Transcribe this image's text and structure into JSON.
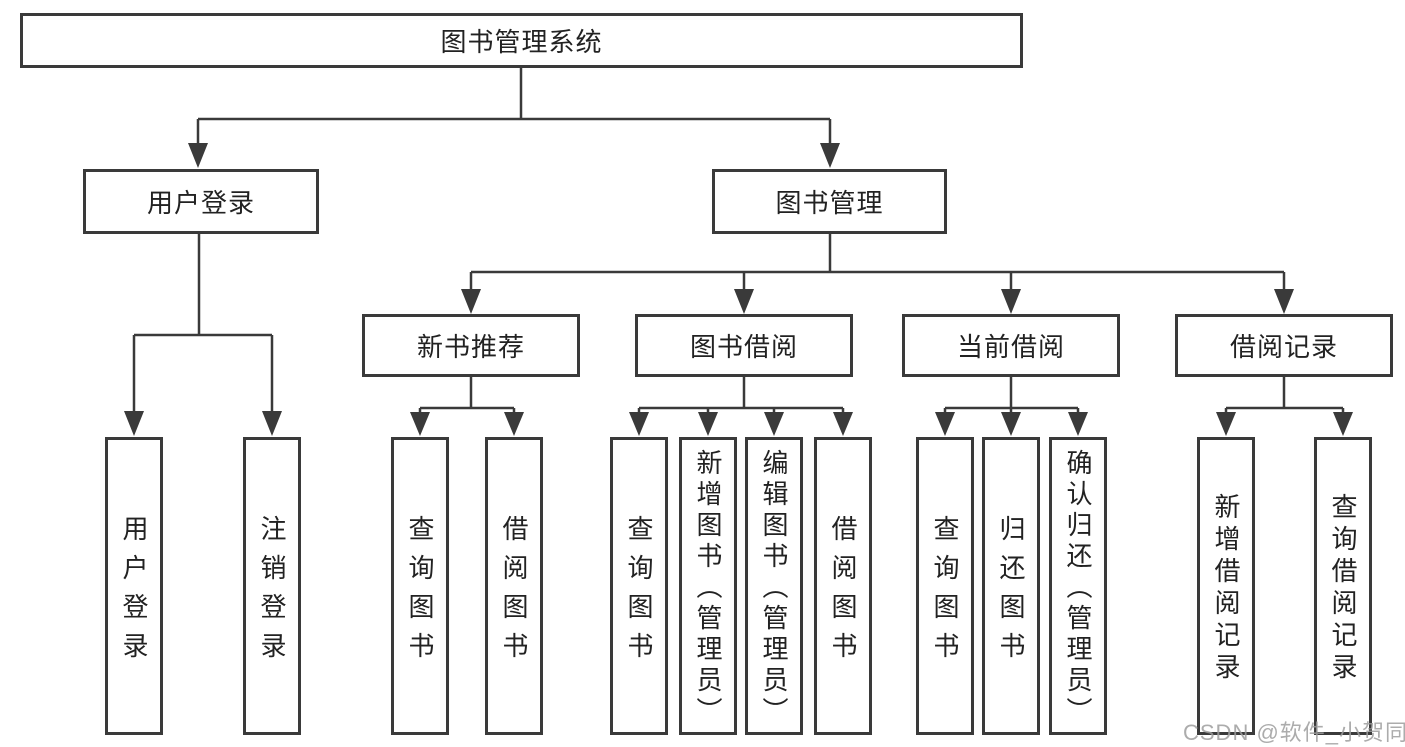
{
  "diagram": {
    "title": "图书管理系统",
    "groups": [
      {
        "label": "用户登录",
        "children": [
          {
            "label": "用户登录"
          },
          {
            "label": "注销登录"
          }
        ]
      },
      {
        "label": "图书管理",
        "sections": [
          {
            "label": "新书推荐",
            "children": [
              {
                "label": "查询图书"
              },
              {
                "label": "借阅图书"
              }
            ]
          },
          {
            "label": "图书借阅",
            "children": [
              {
                "label": "查询图书"
              },
              {
                "label": "新增图书（管理员）"
              },
              {
                "label": "编辑图书（管理员）"
              },
              {
                "label": "借阅图书"
              }
            ]
          },
          {
            "label": "当前借阅",
            "children": [
              {
                "label": "查询图书"
              },
              {
                "label": "归还图书"
              },
              {
                "label": "确认归还（管理员）"
              }
            ]
          },
          {
            "label": "借阅记录",
            "children": [
              {
                "label": "新增借阅记录"
              },
              {
                "label": "查询借阅记录"
              }
            ]
          }
        ]
      }
    ]
  },
  "watermark": {
    "text": "CSDN @软件_小贺同学"
  },
  "colors": {
    "line": "#3a3a3a",
    "box_border": "#3a3a3a",
    "text": "#222222",
    "watermark": "#9e9e9e",
    "background": "#ffffff"
  }
}
